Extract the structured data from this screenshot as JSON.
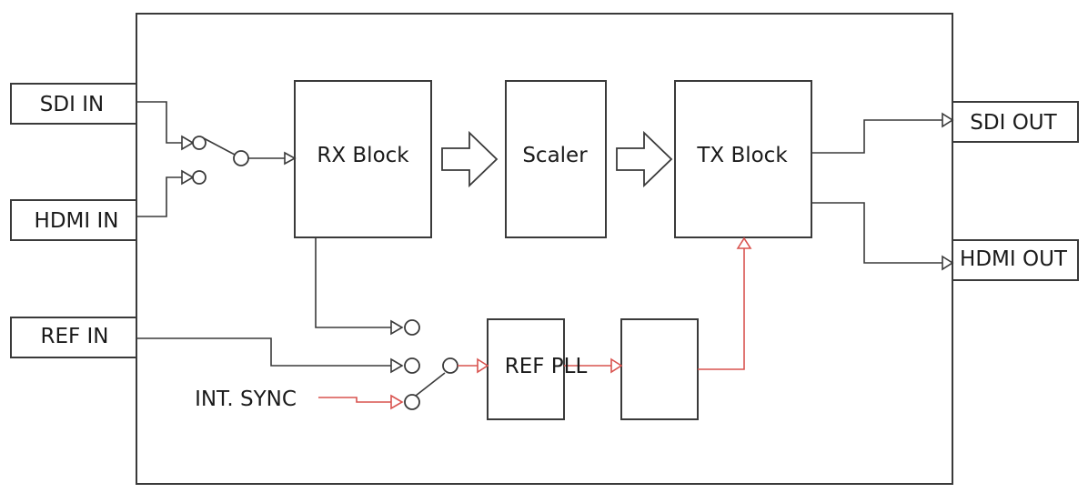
{
  "inputs": {
    "sdi_in": "SDI IN",
    "hdmi_in": "HDMI IN",
    "ref_in": "REF IN",
    "int_sync": "INT. SYNC"
  },
  "blocks": {
    "rx": "RX Block",
    "scaler": "Scaler",
    "tx": "TX Block",
    "ref_pll": "REF PLL"
  },
  "outputs": {
    "sdi_out": "SDI OUT",
    "hdmi_out": "HDMI OUT"
  },
  "colors": {
    "line": "#3a3a3a",
    "sync_path": "#d9534f"
  }
}
